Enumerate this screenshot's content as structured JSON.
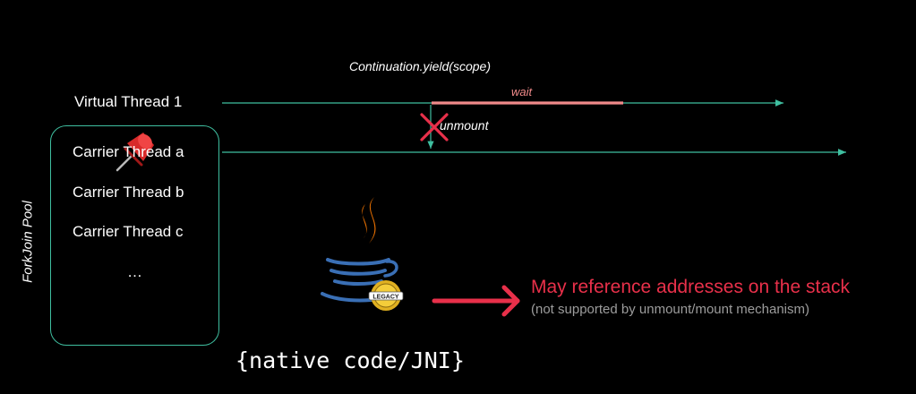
{
  "timeline": {
    "yield_call": "Continuation.yield(scope)",
    "wait_label": "wait",
    "unmount_label": "unmount",
    "virtual_thread": "Virtual Thread 1"
  },
  "pool": {
    "label": "ForkJoin Pool",
    "threads": [
      "Carrier Thread a",
      "Carrier Thread b",
      "Carrier Thread c"
    ],
    "more": "…"
  },
  "legacy": {
    "badge": "LEGACY",
    "message": "May reference addresses on the stack",
    "note": "(not supported by unmount/mount mechanism)",
    "code": "{native code/JNI}"
  },
  "colors": {
    "line": "#3fbfa0",
    "wait": "#f08a8a",
    "warning": "#e8304a",
    "note": "#9c9c9c"
  },
  "icons": [
    "pushpin-icon",
    "cross-icon",
    "java-cup-icon",
    "arrow-right-icon"
  ]
}
